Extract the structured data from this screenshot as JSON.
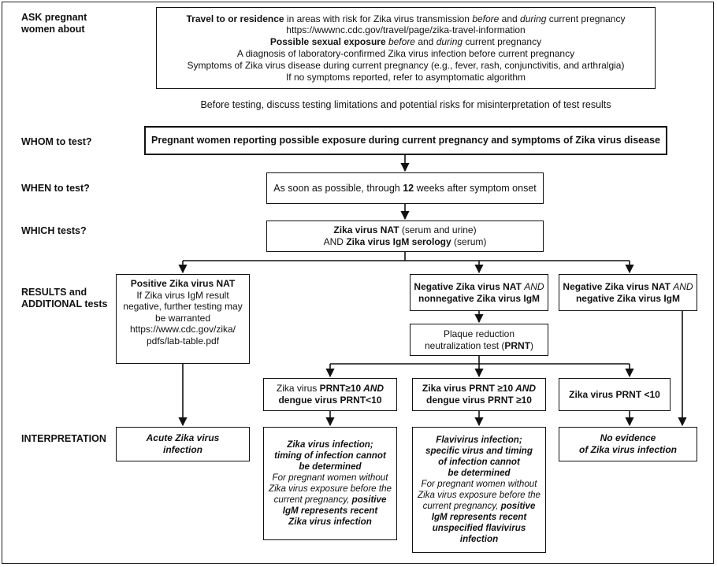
{
  "labels": {
    "ask": "ASK pregnant women about",
    "whom": "WHOM to test?",
    "when": "WHEN to test?",
    "which": "WHICH tests?",
    "results": "RESULTS  and ADDITIONAL tests",
    "interpretation": "INTERPRETATION"
  },
  "ask_box": {
    "l1a": "Travel to or residence",
    "l1b": " in areas with risk for Zika virus transmission ",
    "l1c": "before",
    "l1d": " and ",
    "l1e": "during",
    "l1f": " current pregnancy",
    "l2": "https://wwwnc.cdc.gov/travel/page/zika-travel-information",
    "l3a": "Possible sexual exposure",
    "l3b": " before",
    "l3c": " and ",
    "l3d": "during",
    "l3e": " current pregnancy",
    "l4": "A diagnosis of laboratory-confirmed Zika virus infection before current pregnancy",
    "l5": "Symptoms of Zika virus disease during current pregnancy (e.g., fever, rash, conjunctivitis, and arthralgia)",
    "l6": "If no symptoms reported, refer to asymptomatic algorithm"
  },
  "pretest_note": "Before testing, discuss testing limitations and potential risks for misinterpretation of test results",
  "whom_box": "Pregnant women reporting possible exposure during current pregnancy and symptoms of Zika virus disease",
  "when_box": {
    "a": "As soon as possible, through ",
    "b": "12",
    "c": " weeks after symptom onset"
  },
  "which_box": {
    "l1a": "Zika virus NAT",
    "l1b": " (serum and urine)",
    "l2a": "AND ",
    "l2b": "Zika virus IgM serology",
    "l2c": " (serum)"
  },
  "result_pos": {
    "title": "Positive Zika virus NAT",
    "l2": "If Zika virus IgM result",
    "l3": "negative, further testing may",
    "l4": "be warranted",
    "l5": "https://www.cdc.gov/zika/",
    "l6": "pdfs/lab-table.pdf"
  },
  "result_neg_nonneg": {
    "l1a": "Negative Zika virus NAT ",
    "l1b": "AND",
    "l2": "nonnegative Zika virus IgM"
  },
  "result_neg_neg": {
    "l1a": "Negative Zika virus NAT ",
    "l1b": "AND",
    "l2": "negative Zika virus IgM"
  },
  "prnt_box": {
    "l1": "Plaque reduction",
    "l2a": "neutralization test (",
    "l2b": "PRNT",
    "l2c": ")"
  },
  "prnt_a": {
    "l1a": "Zika virus ",
    "l1b": "PRNT≥10",
    "l1c": " AND",
    "l2": "dengue virus PRNT<10"
  },
  "prnt_b": {
    "l1a": "Zika virus PRNT ≥10",
    "l1b": " AND",
    "l2": "dengue virus PRNT ≥10"
  },
  "prnt_c": {
    "l1": "Zika virus PRNT <10"
  },
  "interp_acute": {
    "l1": "Acute Zika virus",
    "l2": "infection"
  },
  "interp_zika": {
    "l1": "Zika virus infection;",
    "l2": "timing of infection cannot",
    "l3": "be determined",
    "l4": "For pregnant women without",
    "l5": "Zika virus exposure before the",
    "l6a": "current pregnancy, ",
    "l6b": "positive",
    "l7": "IgM represents recent",
    "l8": "Zika virus infection"
  },
  "interp_flavi": {
    "l1": "Flavivirus infection;",
    "l2": "specific virus and timing",
    "l3": "of infection cannot",
    "l4": "be determined",
    "l5": "For pregnant women without",
    "l6": "Zika virus exposure before the",
    "l7a": "current pregnancy, ",
    "l7b": "positive",
    "l8": "IgM represents recent",
    "l9": "unspecified flavivirus",
    "l10": "infection"
  },
  "interp_none": {
    "l1": "No evidence",
    "l2": "of Zika virus infection"
  }
}
